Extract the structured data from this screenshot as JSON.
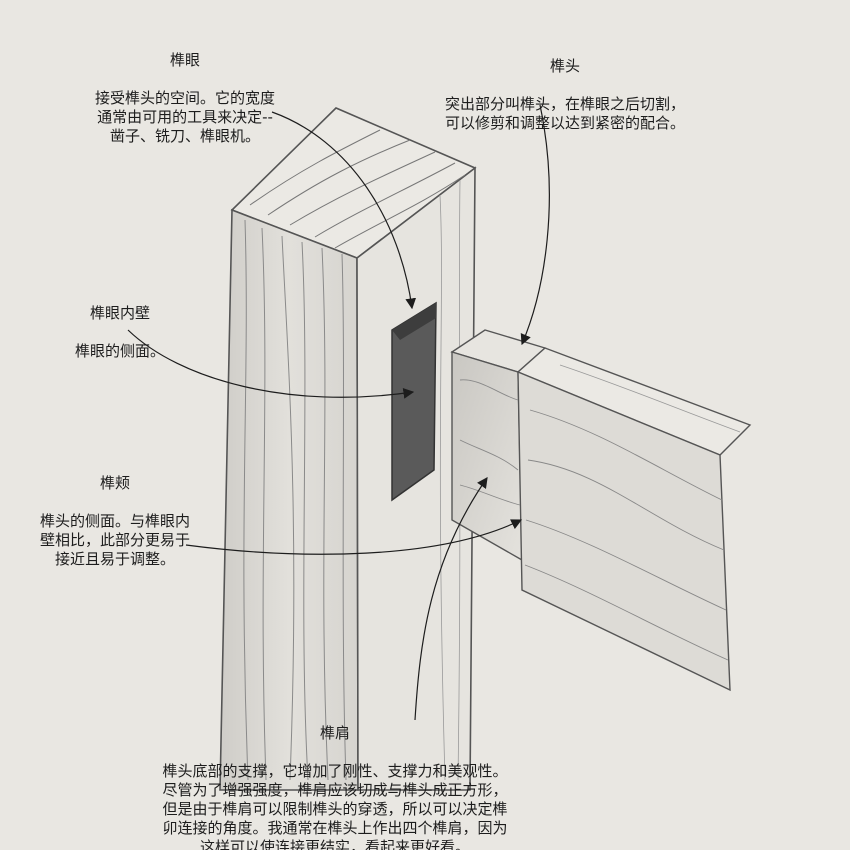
{
  "labels": {
    "mortise": {
      "title": "榫眼",
      "desc": "接受榫头的空间。它的宽度\n通常由可用的工具来决定--\n凿子、铣刀、榫眼机。"
    },
    "tenon": {
      "title": "榫头",
      "desc": "突出部分叫榫头，在榫眼之后切割，\n可以修剪和调整以达到紧密的配合。"
    },
    "mortise_wall": {
      "title": "榫眼内壁",
      "desc": "榫眼的侧面。"
    },
    "tenon_cheek": {
      "title": "榫颊",
      "desc": "榫头的侧面。与榫眼内\n壁相比，此部分更易于\n接近且易于调整。"
    },
    "tenon_shoulder": {
      "title": "榫肩",
      "desc": "榫头底部的支撑，它增加了刚性、支撑力和美观性。\n尽管为了增强强度，榫肩应该切成与榫头成正方形，\n但是由于榫肩可以限制榫头的穿透，所以可以决定榫\n卯连接的角度。我通常在榫头上作出四个榫肩，因为\n这样可以使连接更结实，看起来更好看。"
    }
  },
  "colors": {
    "background": "#e9e7e2",
    "ink": "#1d1d1d",
    "pencil": "#555555",
    "mortise_hole": "#5a5a5a"
  }
}
